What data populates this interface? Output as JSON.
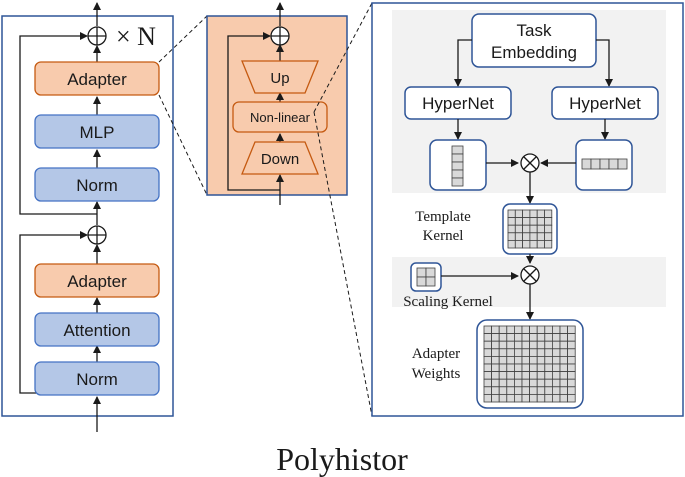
{
  "left_block": {
    "repeat_label": "× N",
    "adapter_top": "Adapter",
    "mlp": "MLP",
    "norm_top": "Norm",
    "adapter_bottom": "Adapter",
    "attention": "Attention",
    "norm_bottom": "Norm"
  },
  "middle_block": {
    "up": "Up",
    "nonlinear": "Non-linear",
    "down": "Down"
  },
  "right_block": {
    "task_embedding_line1": "Task",
    "task_embedding_line2": "Embedding",
    "hypernet_left": "HyperNet",
    "hypernet_right": "HyperNet",
    "template_kernel_line1": "Template",
    "template_kernel_line2": "Kernel",
    "scaling_kernel": "Scaling Kernel",
    "adapter_weights_line1": "Adapter",
    "adapter_weights_line2": "Weights"
  },
  "caption": "Polyhistor",
  "colors": {
    "blue_fill": "#b4c7e7",
    "blue_stroke": "#4472c4",
    "orange_fill": "#f8cbad",
    "orange_stroke": "#c55a11",
    "panel_bg": "#f2f2f2",
    "frame": "#2f5597"
  }
}
